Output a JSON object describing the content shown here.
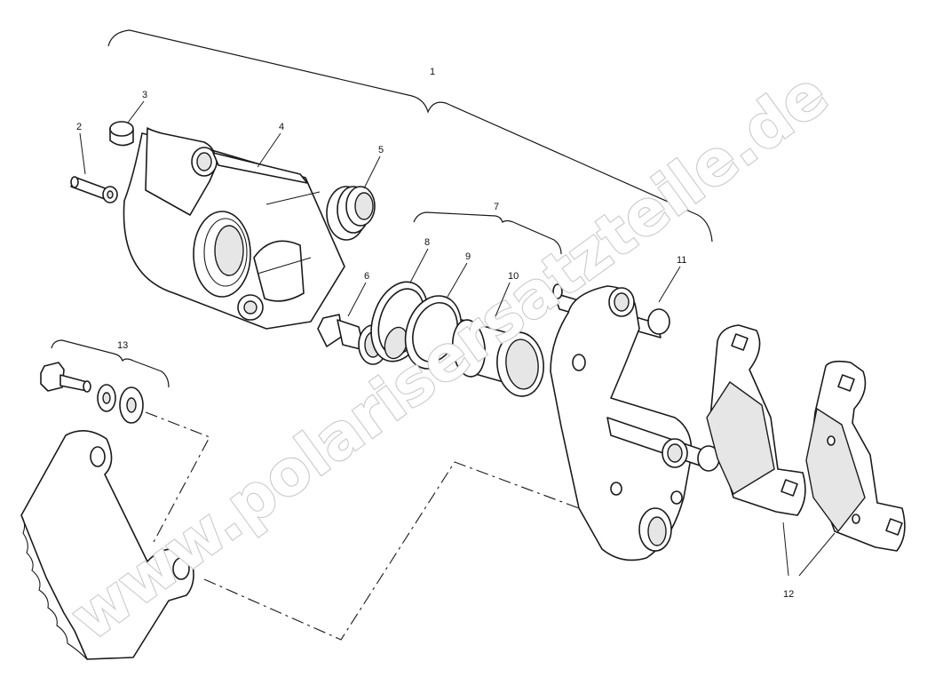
{
  "diagram": {
    "watermark": "www.polarisersatzteile.de",
    "callouts": [
      {
        "id": "c1",
        "label": "1"
      },
      {
        "id": "c2",
        "label": "2"
      },
      {
        "id": "c3",
        "label": "3"
      },
      {
        "id": "c4",
        "label": "4"
      },
      {
        "id": "c5",
        "label": "5"
      },
      {
        "id": "c6",
        "label": "6"
      },
      {
        "id": "c7",
        "label": "7"
      },
      {
        "id": "c8",
        "label": "8"
      },
      {
        "id": "c9",
        "label": "9"
      },
      {
        "id": "c10",
        "label": "10"
      },
      {
        "id": "c11",
        "label": "11"
      },
      {
        "id": "c12",
        "label": "12"
      },
      {
        "id": "c13",
        "label": "13"
      }
    ]
  }
}
